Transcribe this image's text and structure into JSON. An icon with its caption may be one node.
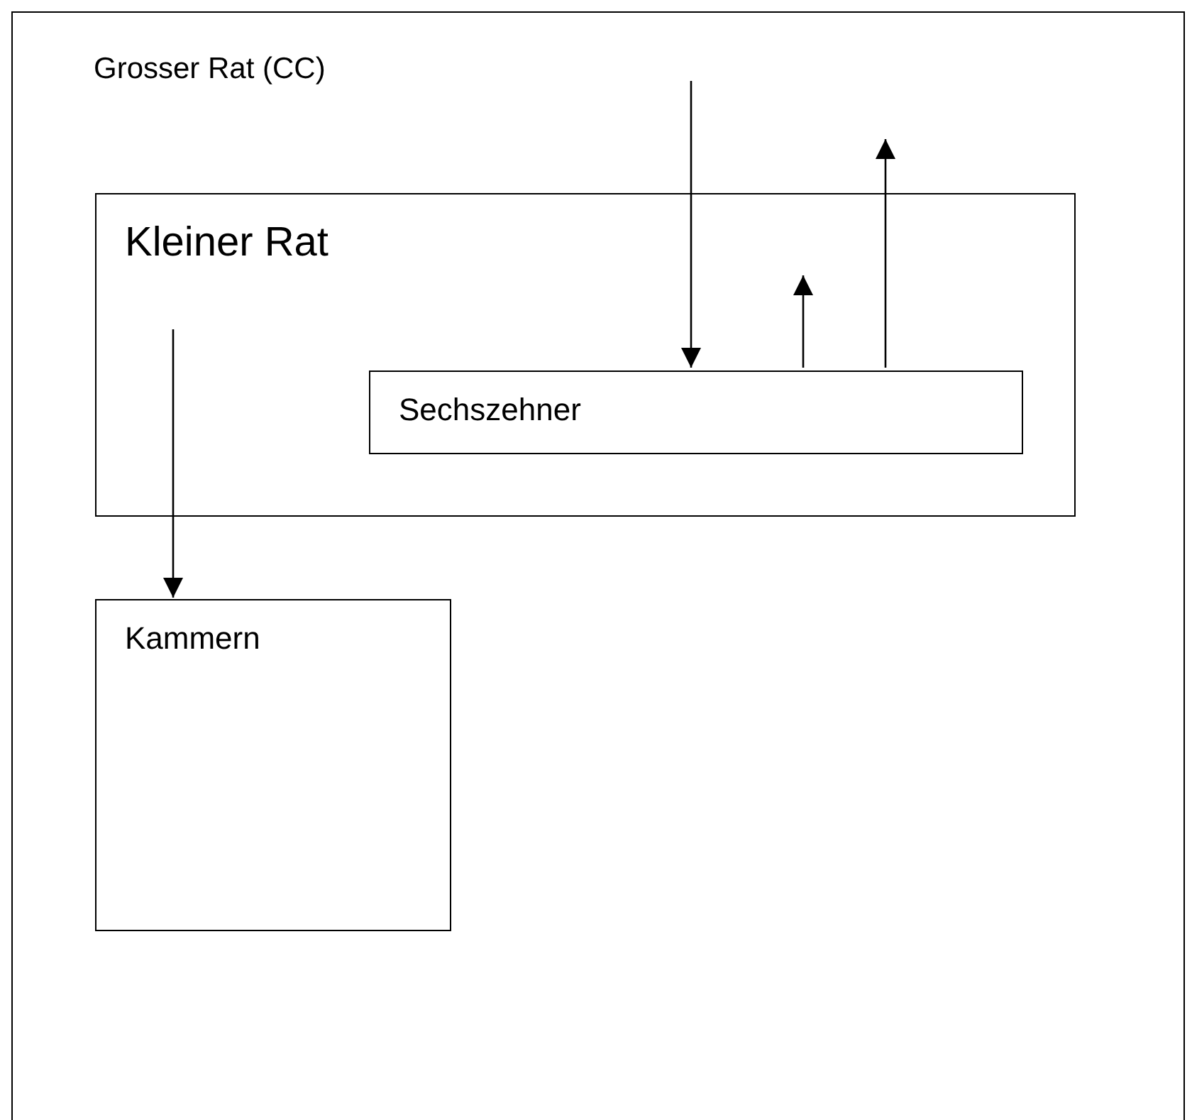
{
  "diagram": {
    "nodes": [
      {
        "text": [
          "Grosser Rat (CC)"
        ]
      },
      {
        "text": [
          "Kleiner Rat"
        ],
        "in": 0
      },
      {
        "text": [
          "Sechszehner"
        ],
        "in": 1
      },
      {
        "text": [
          "Kammern"
        ],
        "in": 0
      }
    ],
    "edges": [
      {
        "from": null,
        "to": 2,
        "arrow": "to"
      },
      {
        "from": 2,
        "to": null,
        "arrow": "to"
      },
      {
        "from": 2,
        "to": null,
        "arrow": "to"
      },
      {
        "from": null,
        "to": 3,
        "arrow": "to"
      }
    ]
  }
}
